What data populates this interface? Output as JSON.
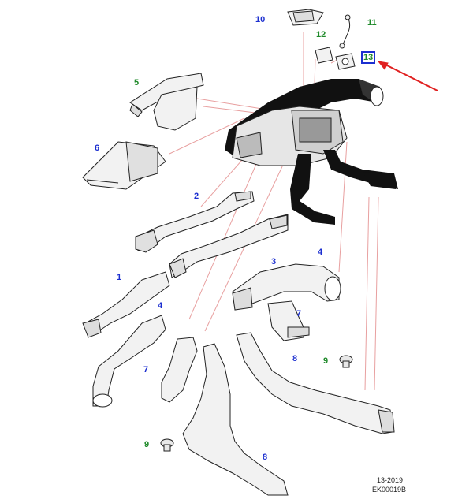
{
  "callouts": [
    {
      "id": "c10",
      "label": "10",
      "color": "blue"
    },
    {
      "id": "c11",
      "label": "11",
      "color": "green"
    },
    {
      "id": "c12",
      "label": "12",
      "color": "green"
    },
    {
      "id": "c13",
      "label": "13",
      "color": "green"
    },
    {
      "id": "c5",
      "label": "5",
      "color": "green"
    },
    {
      "id": "c6",
      "label": "6",
      "color": "blue"
    },
    {
      "id": "c2",
      "label": "2",
      "color": "blue"
    },
    {
      "id": "c3",
      "label": "3",
      "color": "blue"
    },
    {
      "id": "c4a",
      "label": "4",
      "color": "blue"
    },
    {
      "id": "c1",
      "label": "1",
      "color": "blue"
    },
    {
      "id": "c4b",
      "label": "4",
      "color": "blue"
    },
    {
      "id": "c7a",
      "label": "7",
      "color": "blue"
    },
    {
      "id": "c7b",
      "label": "7",
      "color": "blue"
    },
    {
      "id": "c8a",
      "label": "8",
      "color": "blue"
    },
    {
      "id": "c9a",
      "label": "9",
      "color": "green"
    },
    {
      "id": "c9b",
      "label": "9",
      "color": "green"
    },
    {
      "id": "c8b",
      "label": "8",
      "color": "blue"
    }
  ],
  "footer": {
    "date": "13-2019",
    "code": "EK00019B"
  },
  "colors": {
    "callout_blue": "#1c2fd0",
    "callout_green": "#1f8a2a",
    "leader": "#e8a0a0",
    "arrow": "#e02020",
    "outline": "#222222",
    "fill": "#f2f2f2",
    "dark": "#111111"
  }
}
